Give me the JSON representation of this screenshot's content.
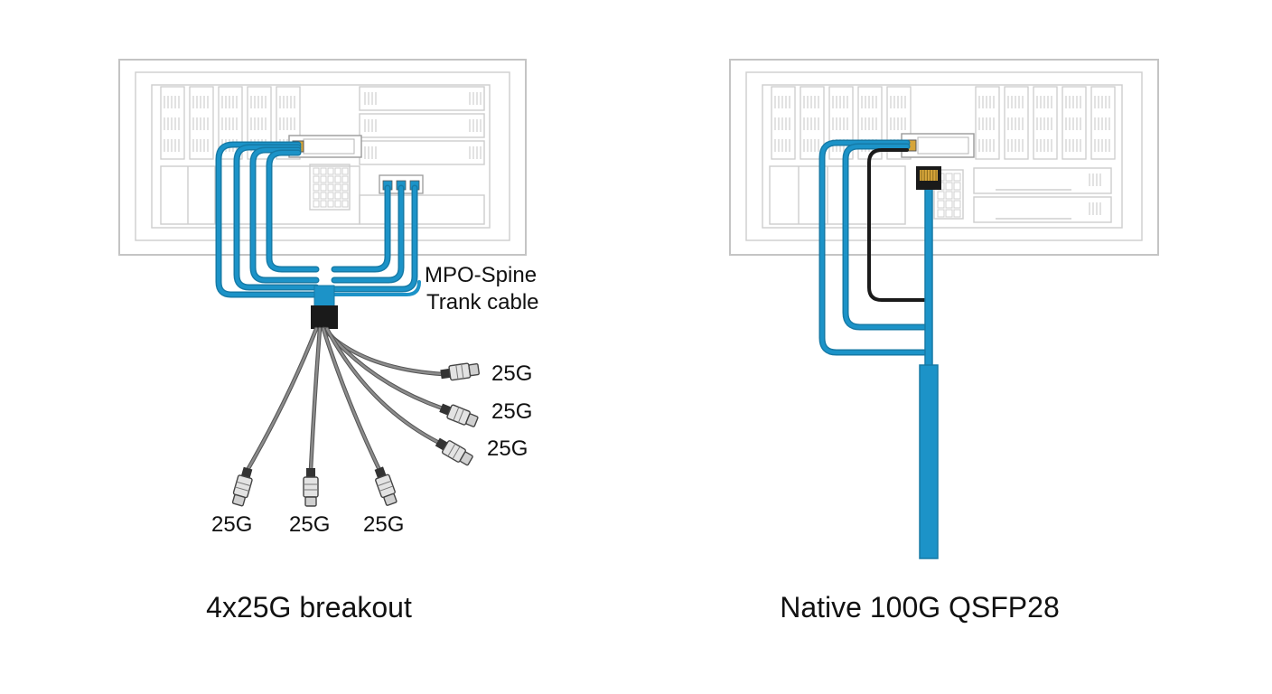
{
  "colors": {
    "fiber": "#1c93c8",
    "fiber_dark": "#167aa6",
    "copper": "#777777",
    "black_cable": "#1a1a1a",
    "rack_outline": "#c4c4c4",
    "port_gold": "#d6a53a"
  },
  "left_diagram": {
    "caption": "4x25G breakout",
    "trunk_label_line1": "MPO-Spine",
    "trunk_label_line2": "Trank cable",
    "legs": [
      "25G",
      "25G",
      "25G",
      "25G",
      "25G",
      "25G"
    ]
  },
  "right_diagram": {
    "caption": "Native 100G QSFP28"
  }
}
